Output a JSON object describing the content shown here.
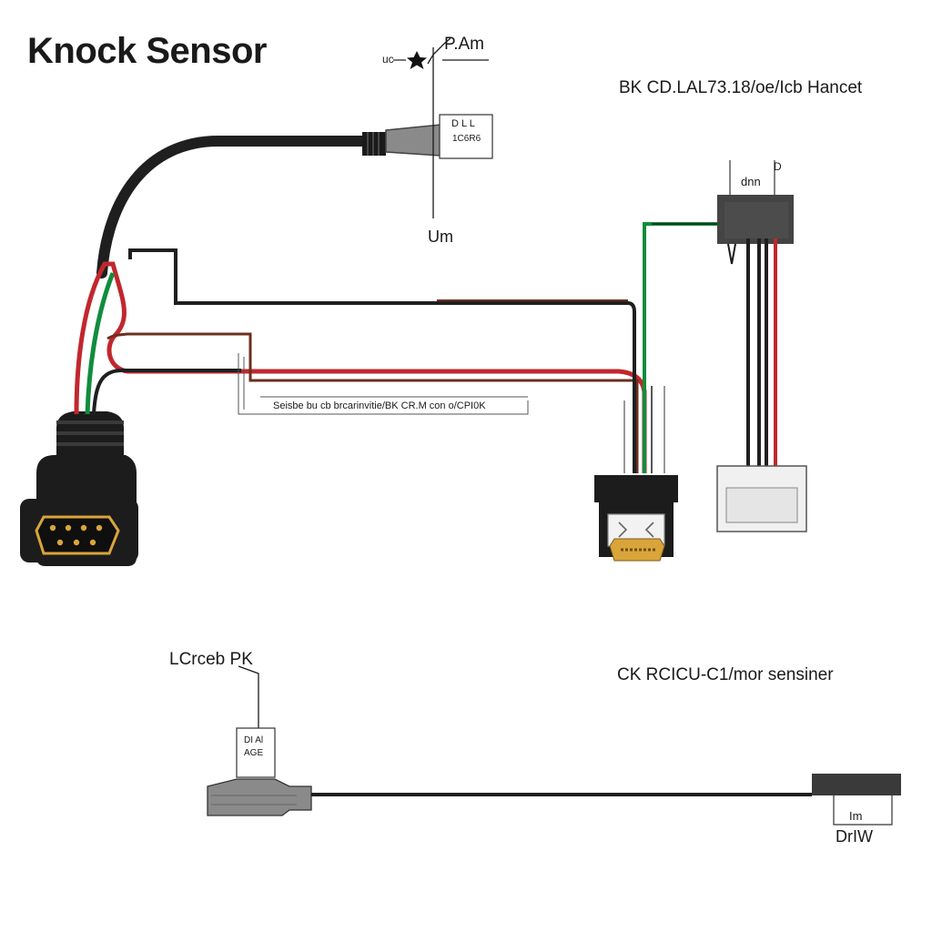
{
  "title": "Knock Sensor",
  "labels": {
    "uc": "uc",
    "p_am": "P.Am",
    "bk_handset": "BK CD.LAL73.18/oe/Icb Hancet",
    "tag_top_line1": "D  L  L",
    "tag_top_line2": "1C6R6",
    "um": "Um",
    "dnn": "dnn",
    "d": "D",
    "sensor_note": "Seisbe bu cb brcarinvitie/BK CR.M con o/CPI0K",
    "lcrceb": "LCrceb PK",
    "tag_bottom_line1": "DI  Al",
    "tag_bottom_line2": "AGE",
    "ck_sensiner": "CK RCICU-C1/mor sensiner",
    "im": "Im",
    "drlw": "DrIW"
  },
  "colors": {
    "wire_black": "#1f1f1f",
    "wire_red": "#c1272d",
    "wire_green": "#118c3d",
    "wire_brown": "#6b2f1f",
    "connector_body": "#1c1c1c",
    "connector_grey": "#8a8a8a",
    "pin_gold": "#d9a53a"
  }
}
